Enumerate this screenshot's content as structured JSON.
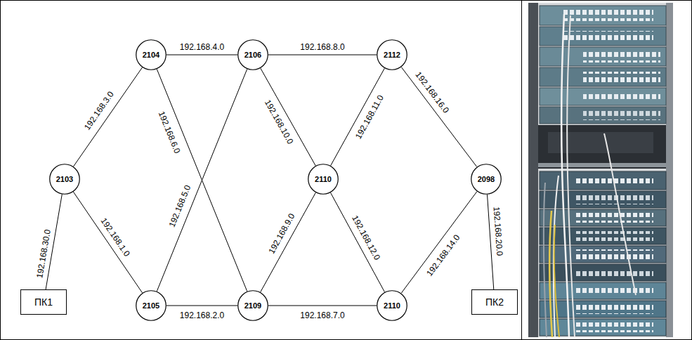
{
  "diagram": {
    "nodes": [
      {
        "text": [
          "2104"
        ]
      },
      {
        "text": [
          "2106"
        ]
      },
      {
        "text": [
          "2112"
        ]
      },
      {
        "text": [
          "2103"
        ]
      },
      {
        "text": [
          "2110"
        ]
      },
      {
        "text": [
          "2098"
        ]
      },
      {
        "text": [
          "ПК1"
        ]
      },
      {
        "text": [
          "2105"
        ]
      },
      {
        "text": [
          "2109"
        ]
      },
      {
        "text": [
          "2110"
        ]
      },
      {
        "text": [
          "ПК2"
        ]
      }
    ],
    "edges": [
      {
        "from": 0,
        "to": 1,
        "arrow": "none",
        "label": "192.168.4.0"
      },
      {
        "from": 1,
        "to": 2,
        "arrow": "none",
        "label": "192.168.8.0"
      },
      {
        "from": 3,
        "to": 0,
        "arrow": "none",
        "label": "192.168.3.0"
      },
      {
        "from": 0,
        "to": 8,
        "arrow": "none",
        "label": "192.168.6.0"
      },
      {
        "from": 7,
        "to": 1,
        "arrow": "none",
        "label": "192.168.5.0"
      },
      {
        "from": 1,
        "to": 4,
        "arrow": "none",
        "label": "192.168.10.0"
      },
      {
        "from": 2,
        "to": 4,
        "arrow": "none",
        "label": "192.168.11.0"
      },
      {
        "from": 2,
        "to": 5,
        "arrow": "none",
        "label": "192.168.16.0"
      },
      {
        "from": 3,
        "to": 6,
        "arrow": "none",
        "label": "192.168.30.0"
      },
      {
        "from": 3,
        "to": 7,
        "arrow": "none",
        "label": "192.168.1.0"
      },
      {
        "from": 8,
        "to": 4,
        "arrow": "none",
        "label": "192.168.9.0"
      },
      {
        "from": 4,
        "to": 9,
        "arrow": "none",
        "label": "192.168.12.0"
      },
      {
        "from": 5,
        "to": 9,
        "arrow": "none",
        "label": "192.168.14.0"
      },
      {
        "from": 5,
        "to": 10,
        "arrow": "none",
        "label": "192.168.20.0"
      },
      {
        "from": 7,
        "to": 8,
        "arrow": "none",
        "label": "192.168.2.0"
      },
      {
        "from": 8,
        "to": 9,
        "arrow": "none",
        "label": "192.168.7.0"
      }
    ]
  }
}
